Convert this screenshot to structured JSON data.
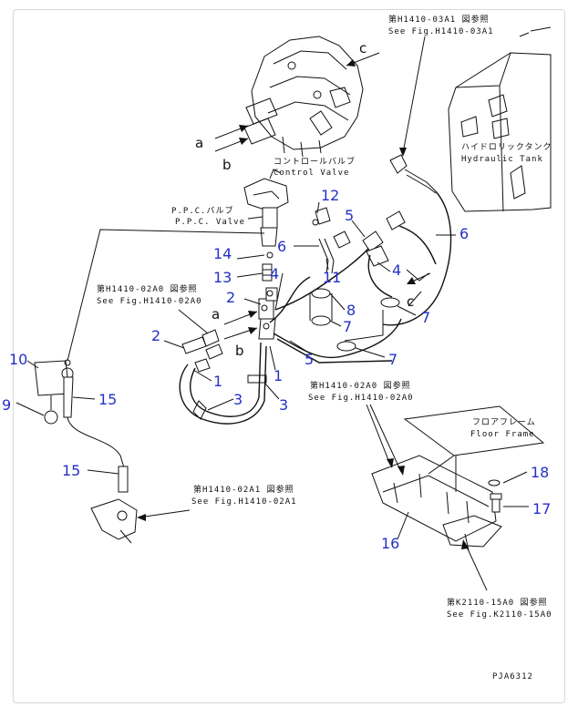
{
  "references": {
    "top_right_jp": "第H1410-03A1 図参照",
    "top_right_en": "See Fig.H1410-03A1",
    "left_jp": "第H1410-02A0 図参照",
    "left_en": "See Fig.H1410-02A0",
    "mid_right_jp": "第H1410-02A0 図参照",
    "mid_right_en": "See Fig.H1410-02A0",
    "bottom_jp": "第H1410-02A1 図参照",
    "bottom_en": "See Fig.H1410-02A1",
    "lower_right_jp": "第K2110-15A0 図参照",
    "lower_right_en": "See Fig.K2110-15A0"
  },
  "labels": {
    "control_valve_jp": "コントロールバルブ",
    "control_valve_en": "Control Valve",
    "hydraulic_tank_jp": "ハイドロリックタンク",
    "hydraulic_tank_en": "Hydraulic Tank",
    "ppc_valve_jp": "P.P.C.バルブ",
    "ppc_valve_en": "P.P.C. Valve",
    "floor_frame_jp": "フロアフレーム",
    "floor_frame_en": "Floor Frame"
  },
  "arrow_letters": {
    "a_top": "a",
    "b_top": "b",
    "c_top": "c",
    "a_mid": "a",
    "b_mid": "b",
    "c_right": "c"
  },
  "callouts": {
    "n1a": "1",
    "n1b": "1",
    "n2a": "2",
    "n2b": "2",
    "n3a": "3",
    "n3b": "3",
    "n4a": "4",
    "n4b": "4",
    "n5a": "5",
    "n5b": "5",
    "n6a": "6",
    "n6b": "6",
    "n7a": "7",
    "n7b": "7",
    "n7c": "7",
    "n8": "8",
    "n9": "9",
    "n10": "10",
    "n11": "11",
    "n12": "12",
    "n13": "13",
    "n14": "14",
    "n15a": "15",
    "n15b": "15",
    "n16": "16",
    "n17": "17",
    "n18": "18"
  },
  "drawing_code": "PJA6312"
}
